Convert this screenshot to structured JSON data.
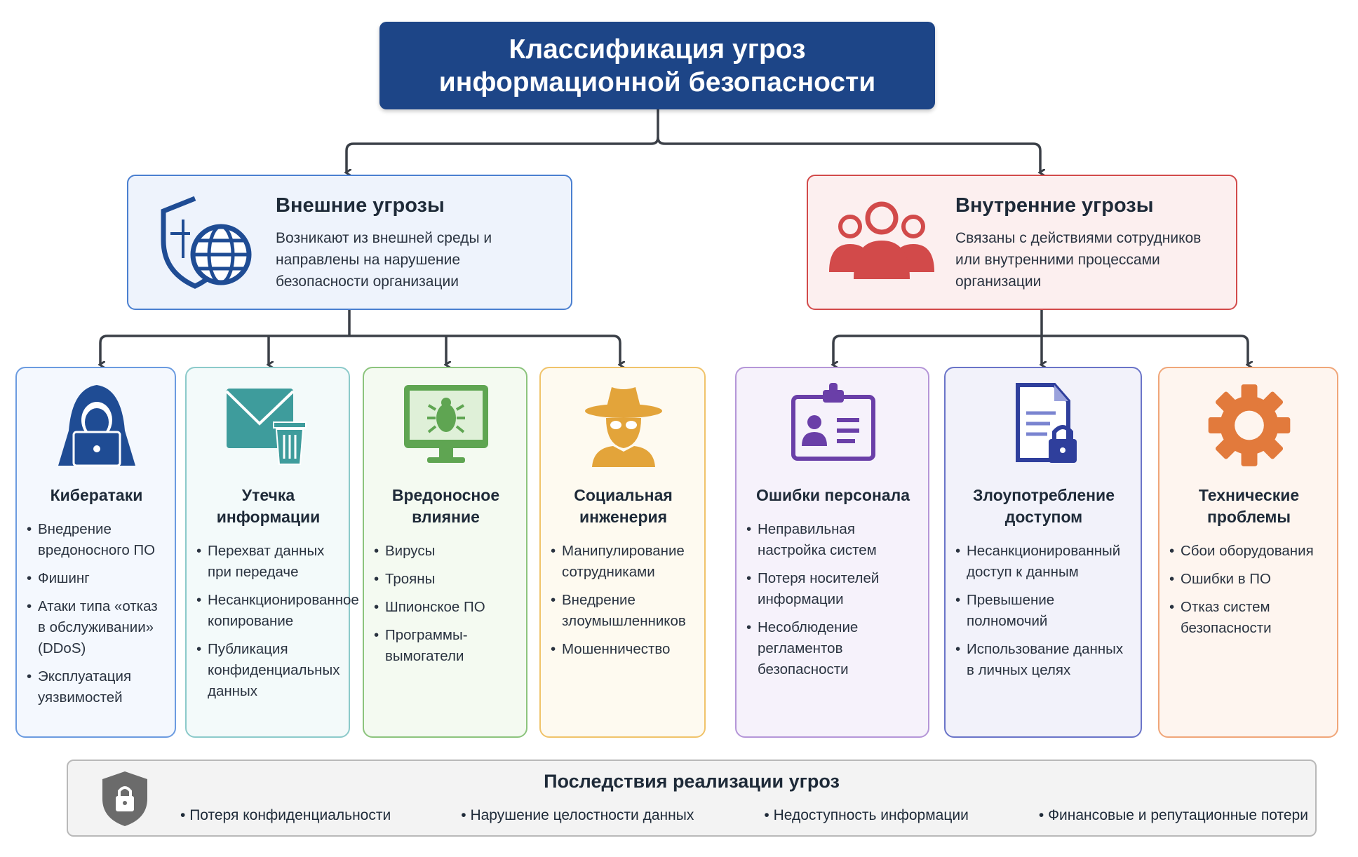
{
  "title": {
    "line1": "Классификация угроз",
    "line2": "информационной безопасности"
  },
  "groups": {
    "external": {
      "title": "Внешние угрозы",
      "description": "Возникают из внешней среды и направлены на нарушение безопасности организации",
      "color": "#4a7fd0",
      "icon": "shield-globe-icon"
    },
    "internal": {
      "title": "Внутренние угрозы",
      "description": "Связаны с действиями сотрудников или внутренними процессами организации",
      "color": "#d24a4a",
      "icon": "people-group-icon"
    }
  },
  "cards": [
    {
      "title": "Кибератаки",
      "icon": "hacker-icon",
      "color": "#1f4c94",
      "items": [
        "Внедрение вредоносного ПО",
        "Фишинг",
        "Атаки типа «отказ в обслуживании» (DDoS)",
        "Эксплуатация уязвимостей"
      ]
    },
    {
      "title": "Утечка информации",
      "icon": "envelope-trash-icon",
      "color": "#3e9c9c",
      "items": [
        "Перехват данных при передаче",
        "Несанкционированное копирование",
        "Публикация конфиденциальных данных"
      ]
    },
    {
      "title": "Вредоносное влияние",
      "icon": "bug-monitor-icon",
      "color": "#5fa552",
      "items": [
        "Вирусы",
        "Трояны",
        "Шпионское ПО",
        "Программы-вымогатели"
      ]
    },
    {
      "title": "Социальная инженерия",
      "icon": "spy-icon",
      "color": "#e3a43a",
      "items": [
        "Манипулирование сотрудниками",
        "Внедрение злоумышленников",
        "Мошенничество"
      ]
    },
    {
      "title": "Ошибки персонала",
      "icon": "id-badge-icon",
      "color": "#6a3fa8",
      "items": [
        "Неправильная настройка систем",
        "Потеря носителей информации",
        "Несоблюдение регламентов безопасности"
      ]
    },
    {
      "title": "Злоупотребление доступом",
      "icon": "document-lock-icon",
      "color": "#2f3f9c",
      "items": [
        "Несанкционированный доступ к данным",
        "Превышение полномочий",
        "Использование данных в личных целях"
      ]
    },
    {
      "title": "Технические проблемы",
      "icon": "gear-icon",
      "color": "#e27a3c",
      "items": [
        "Сбои оборудования",
        "Ошибки в ПО",
        "Отказ систем безопасности"
      ]
    }
  ],
  "consequences": {
    "title": "Последствия реализации угроз",
    "icon": "shield-lock-icon",
    "items": [
      "Потеря конфиденциальности",
      "Нарушение целостности данных",
      "Недоступность информации",
      "Финансовые и репутационные потери"
    ]
  }
}
